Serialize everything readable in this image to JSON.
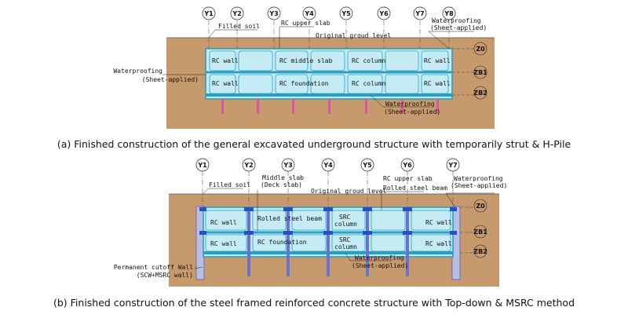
{
  "diagram_a": {
    "grid_labels": [
      "Y1",
      "Y2",
      "Y3",
      "Y4",
      "Y5",
      "Y6",
      "Y7",
      "Y8"
    ],
    "level_labels": [
      "Z0",
      "ZB1",
      "ZB2"
    ],
    "labels": {
      "filled_soil": "Filled soil",
      "rc_upper_slab": "RC upper slab",
      "original_ground": "Original groud level",
      "waterproofing_top_1": "Waterproofing",
      "waterproofing_top_2": "(Sheet-applied)",
      "waterproofing_left_1": "Waterproofing",
      "waterproofing_left_2": "(Sheet-applied)",
      "waterproofing_bottom_1": "Waterproofing",
      "waterproofing_bottom_2": "(Sheet-applied)",
      "rc_wall_1": "RC wall",
      "rc_middle_slab": "RC middle slab",
      "rc_column_1": "RC column",
      "rc_wall_2": "RC wall",
      "rc_wall_3": "RC wall",
      "rc_foundation": "RC foundation",
      "rc_column_2": "RC column",
      "rc_wall_4": "RC wall"
    },
    "caption": "(a) Finished construction of the general excavated underground structure with temporarily strut & H-Pile"
  },
  "diagram_b": {
    "grid_labels": [
      "Y1",
      "Y2",
      "Y3",
      "Y4",
      "Y5",
      "Y6",
      "Y7"
    ],
    "level_labels": [
      "Z0",
      "ZB1",
      "ZB2"
    ],
    "labels": {
      "filled_soil": "Filled soil",
      "middle_slab_1": "Middle slab",
      "middle_slab_2": "(Deck slab)",
      "original_ground": "Original groud level",
      "rc_upper_slab": "RC upper slab",
      "rolled_steel_beam_top": "Rolled steel beam",
      "waterproofing_top_1": "Waterproofing",
      "waterproofing_top_2": "(Sheet-applied)",
      "rc_wall_1": "RC wall",
      "rolled_steel_beam_mid": "Rolled steel beam",
      "src_column_1a": "SRC",
      "src_column_1b": "column",
      "rc_wall_2": "RC wall",
      "rc_wall_3": "RC wall",
      "rc_foundation": "RC foundation",
      "src_column_2a": "SRC",
      "src_column_2b": "column",
      "rc_wall_4": "RC wall",
      "cutoff_wall_1": "Permanent cutoff Wall",
      "cutoff_wall_2": "(SCW+MSRC wall)",
      "waterproofing_bottom_1": "Waterproofing",
      "waterproofing_bottom_2": "(Sheet-applied)"
    },
    "caption": "(b) Finished construction of the steel framed reinforced concrete structure with Top-down & MSRC method"
  },
  "colors": {
    "soil": "#c79a6d",
    "structure": "#c5ecf5",
    "outline": "#2a9fc4",
    "pile": "#d6579a",
    "steel": "#2650c8",
    "column_b": "#6d6fd1"
  }
}
